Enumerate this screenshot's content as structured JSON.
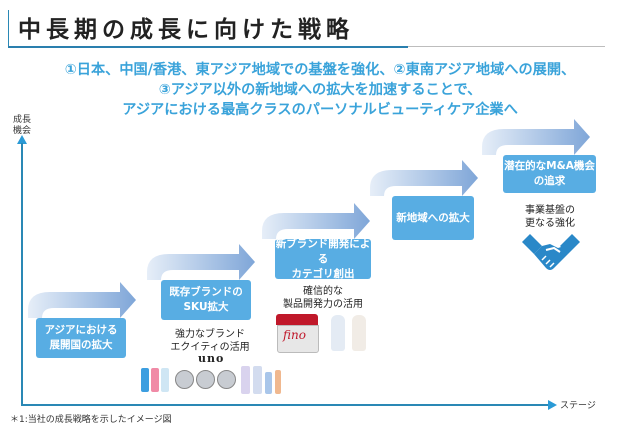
{
  "title": "中長期の成長に向けた戦略",
  "headline": {
    "line1": "①日本、中国/香港、東アジア地域での基盤を強化、②東南アジア地域への展開、",
    "line2": "③アジア以外の新地域への拡大を加速することで、",
    "line3": "アジアにおける最高クラスのパーソナルビューティケア企業へ"
  },
  "axes": {
    "y_label_line1": "成長",
    "y_label_line2": "機会",
    "x_label": "ステージ"
  },
  "colors": {
    "accent": "#3aa3da",
    "box": "#58ade3",
    "axis": "#2a88b5"
  },
  "stages": [
    {
      "box_line1": "アジアにおける",
      "box_line2": "展開国の拡大",
      "desc_line1": "",
      "desc_line2": ""
    },
    {
      "box_line1": "既存ブランドの",
      "box_line2": "SKU拡大",
      "desc_line1": "強力なブランド",
      "desc_line2": "エクイティの活用",
      "brand": "uno"
    },
    {
      "box_line1": "新ブランド開発による",
      "box_line2": "カテゴリ創出",
      "desc_line1": "確信的な",
      "desc_line2": "製品開発力の活用",
      "brand": "fino"
    },
    {
      "box_line1": "新地域への拡大",
      "box_line2": "",
      "desc_line1": "",
      "desc_line2": ""
    },
    {
      "box_line1": "潜在的なM&A機会",
      "box_line2": "の追求",
      "desc_line1": "事業基盤の",
      "desc_line2": "更なる強化"
    }
  ],
  "footnote": "＊1:当社の成長戦略を示したイメージ図"
}
